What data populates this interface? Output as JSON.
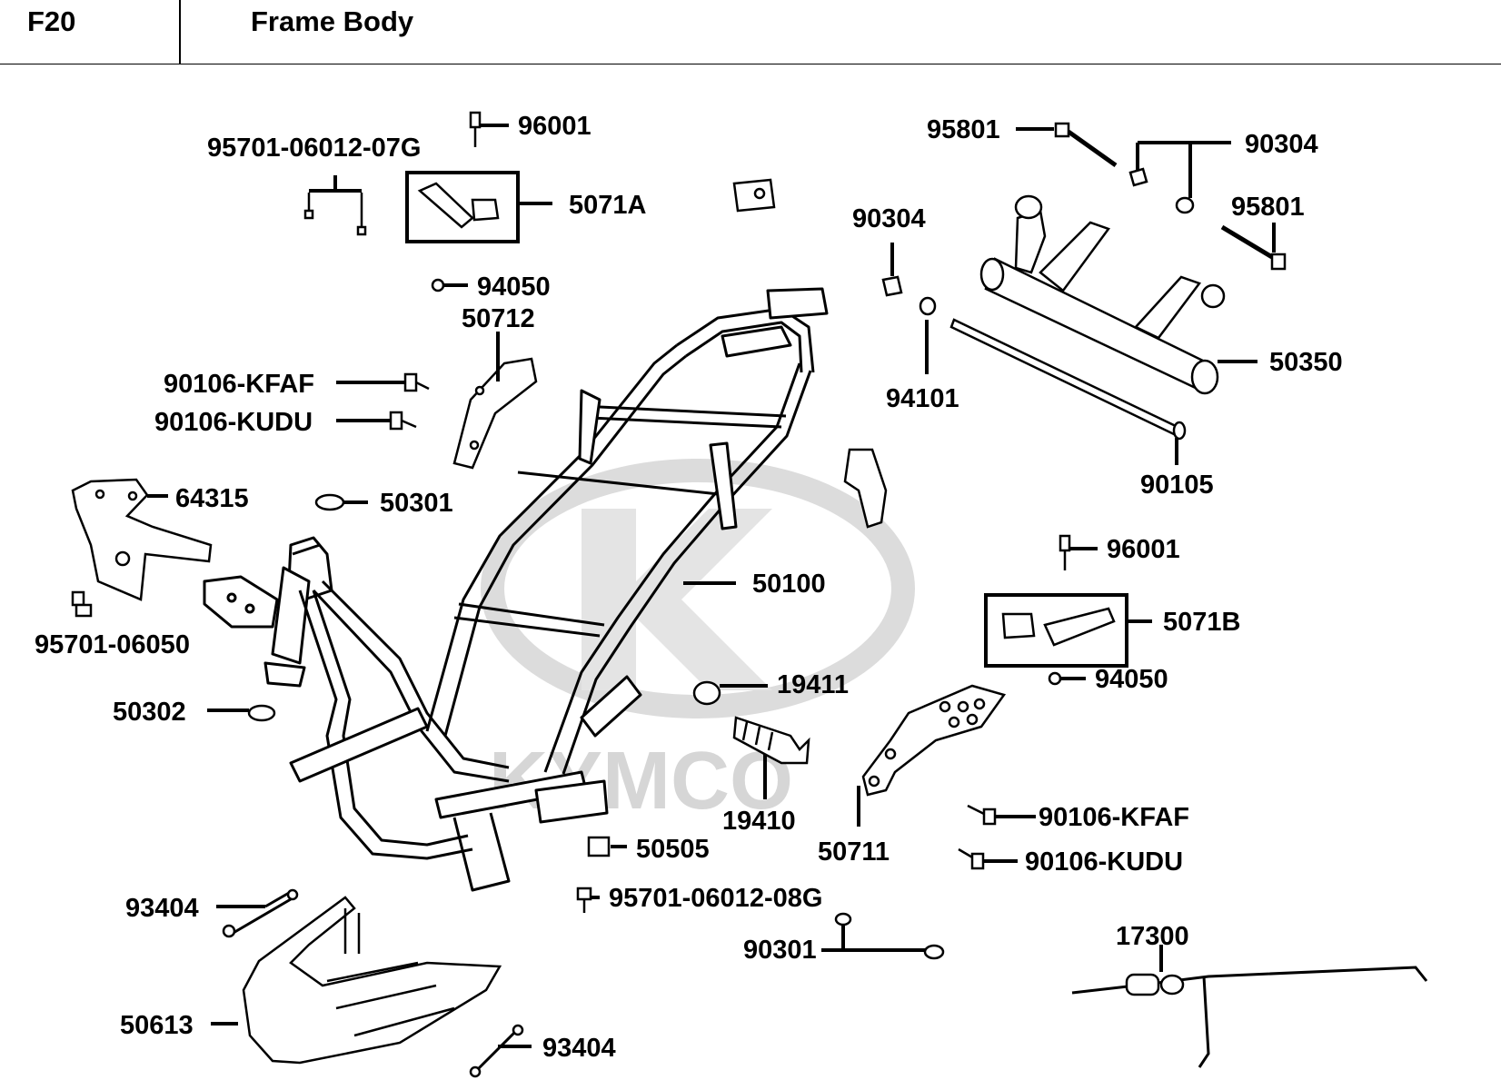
{
  "header": {
    "code": "F20",
    "title": "Frame Body"
  },
  "watermark": {
    "brand": "KYMCO"
  },
  "parts": {
    "p96001_top": "96001",
    "p95701_06012_07g": "95701-06012-07G",
    "p5071a": "5071A",
    "p95801_top": "95801",
    "p90304_top": "90304",
    "p90304_mid": "90304",
    "p95801_right": "95801",
    "p94050_top": "94050",
    "p50712": "50712",
    "p50350": "50350",
    "p90106_kfaf_left": "90106-KFAF",
    "p90106_kudu_left": "90106-KUDU",
    "p94101": "94101",
    "p90105": "90105",
    "p64315": "64315",
    "p50301": "50301",
    "p96001_right": "96001",
    "p50100": "50100",
    "p5071b": "5071B",
    "p95701_06050": "95701-06050",
    "p19411": "19411",
    "p94050_right": "94050",
    "p50302": "50302",
    "p19410": "19410",
    "p90106_kfaf_right": "90106-KFAF",
    "p50711": "50711",
    "p50505": "50505",
    "p90106_kudu_right": "90106-KUDU",
    "p93404_left": "93404",
    "p95701_06012_08g": "95701-06012-08G",
    "p17300": "17300",
    "p90301": "90301",
    "p50613": "50613",
    "p93404_bottom": "93404"
  }
}
